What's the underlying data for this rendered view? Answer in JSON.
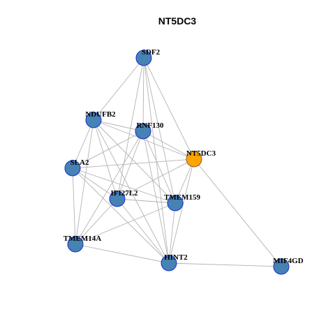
{
  "graph": {
    "title": "NT5DC3",
    "colors": {
      "node_fill": "#4682B4",
      "node_stroke": "#1a2ecc",
      "focus_fill": "#FFA500",
      "focus_stroke": "#8B5A2B",
      "edge": "#b3b3b3"
    },
    "nodes": [
      {
        "id": "SDF2",
        "label": "SDF2",
        "focus": false
      },
      {
        "id": "NDUFB2",
        "label": "NDUFB2",
        "focus": false
      },
      {
        "id": "RNF130",
        "label": "RNF130",
        "focus": false
      },
      {
        "id": "NT5DC3",
        "label": "NT5DC3",
        "focus": true
      },
      {
        "id": "SLA2",
        "label": "SLA2",
        "focus": false
      },
      {
        "id": "IFI27L2",
        "label": "IFI27L2",
        "focus": false
      },
      {
        "id": "TMEM159",
        "label": "TMEM159",
        "focus": false
      },
      {
        "id": "TMEM14A",
        "label": "TMEM14A",
        "focus": false
      },
      {
        "id": "HINT2",
        "label": "HINT2",
        "focus": false
      },
      {
        "id": "MIF4GD",
        "label": "MIF4GD",
        "focus": false
      }
    ],
    "edges": [
      [
        "SDF2",
        "NDUFB2"
      ],
      [
        "SDF2",
        "RNF130"
      ],
      [
        "SDF2",
        "NT5DC3"
      ],
      [
        "SDF2",
        "IFI27L2"
      ],
      [
        "SDF2",
        "TMEM159"
      ],
      [
        "SDF2",
        "HINT2"
      ],
      [
        "NDUFB2",
        "RNF130"
      ],
      [
        "NDUFB2",
        "NT5DC3"
      ],
      [
        "NDUFB2",
        "SLA2"
      ],
      [
        "NDUFB2",
        "IFI27L2"
      ],
      [
        "NDUFB2",
        "TMEM159"
      ],
      [
        "NDUFB2",
        "TMEM14A"
      ],
      [
        "NDUFB2",
        "HINT2"
      ],
      [
        "RNF130",
        "NT5DC3"
      ],
      [
        "RNF130",
        "SLA2"
      ],
      [
        "RNF130",
        "IFI27L2"
      ],
      [
        "RNF130",
        "TMEM159"
      ],
      [
        "RNF130",
        "HINT2"
      ],
      [
        "RNF130",
        "TMEM14A"
      ],
      [
        "NT5DC3",
        "SLA2"
      ],
      [
        "NT5DC3",
        "IFI27L2"
      ],
      [
        "NT5DC3",
        "TMEM159"
      ],
      [
        "NT5DC3",
        "HINT2"
      ],
      [
        "NT5DC3",
        "MIF4GD"
      ],
      [
        "SLA2",
        "IFI27L2"
      ],
      [
        "SLA2",
        "TMEM159"
      ],
      [
        "SLA2",
        "TMEM14A"
      ],
      [
        "SLA2",
        "HINT2"
      ],
      [
        "IFI27L2",
        "TMEM159"
      ],
      [
        "IFI27L2",
        "TMEM14A"
      ],
      [
        "IFI27L2",
        "HINT2"
      ],
      [
        "TMEM159",
        "TMEM14A"
      ],
      [
        "TMEM159",
        "HINT2"
      ],
      [
        "HINT2",
        "MIF4GD"
      ],
      [
        "HINT2",
        "TMEM14A"
      ]
    ]
  }
}
